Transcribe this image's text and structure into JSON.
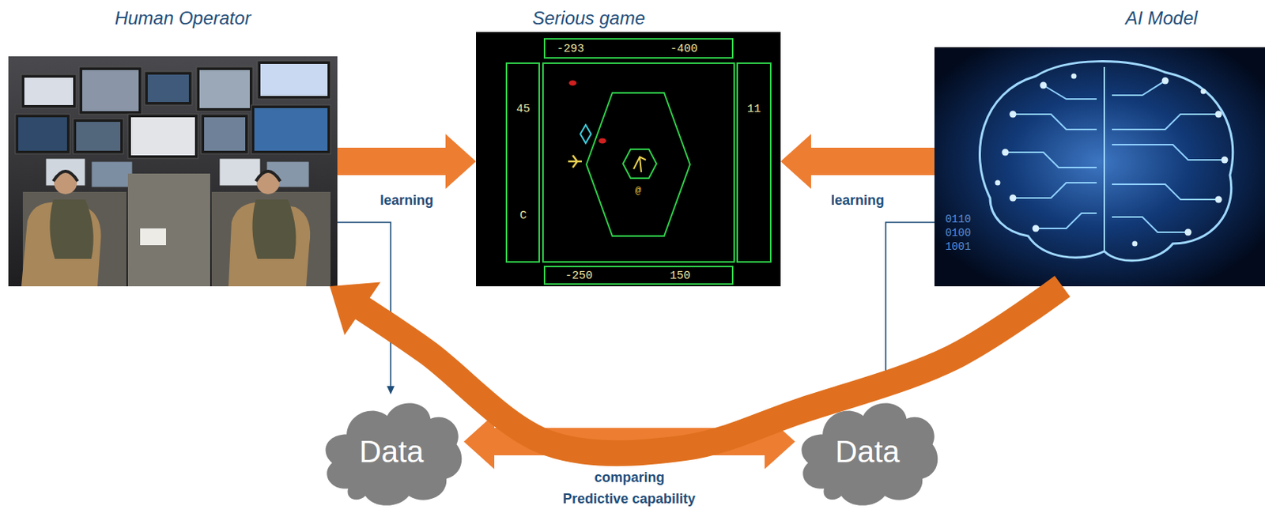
{
  "diagram": {
    "nodes": [
      {
        "text": [
          "Human Operator"
        ]
      },
      {
        "text": [
          "Serious game"
        ]
      },
      {
        "text": [
          "AI Model"
        ]
      },
      {
        "text": [
          "Data"
        ]
      },
      {
        "text": [
          "Data"
        ]
      }
    ],
    "edges": [
      {
        "from": 0,
        "to": 1,
        "arrow": "to",
        "label": "learning"
      },
      {
        "from": 2,
        "to": 1,
        "arrow": "to",
        "label": "learning"
      },
      {
        "from": 0,
        "to": 3,
        "arrow": "to"
      },
      {
        "from": 2,
        "to": 4,
        "arrow": "to"
      },
      {
        "from": 3,
        "to": 4,
        "arrow": "both",
        "label": "comparing"
      },
      {
        "from": 2,
        "to": 0,
        "arrow": "to",
        "label": "Predictive capability"
      }
    ],
    "labels": [
      "-293",
      "-400",
      "45",
      "11",
      "C",
      "@",
      "-250",
      "150",
      "0110",
      "0100",
      "1001"
    ]
  }
}
